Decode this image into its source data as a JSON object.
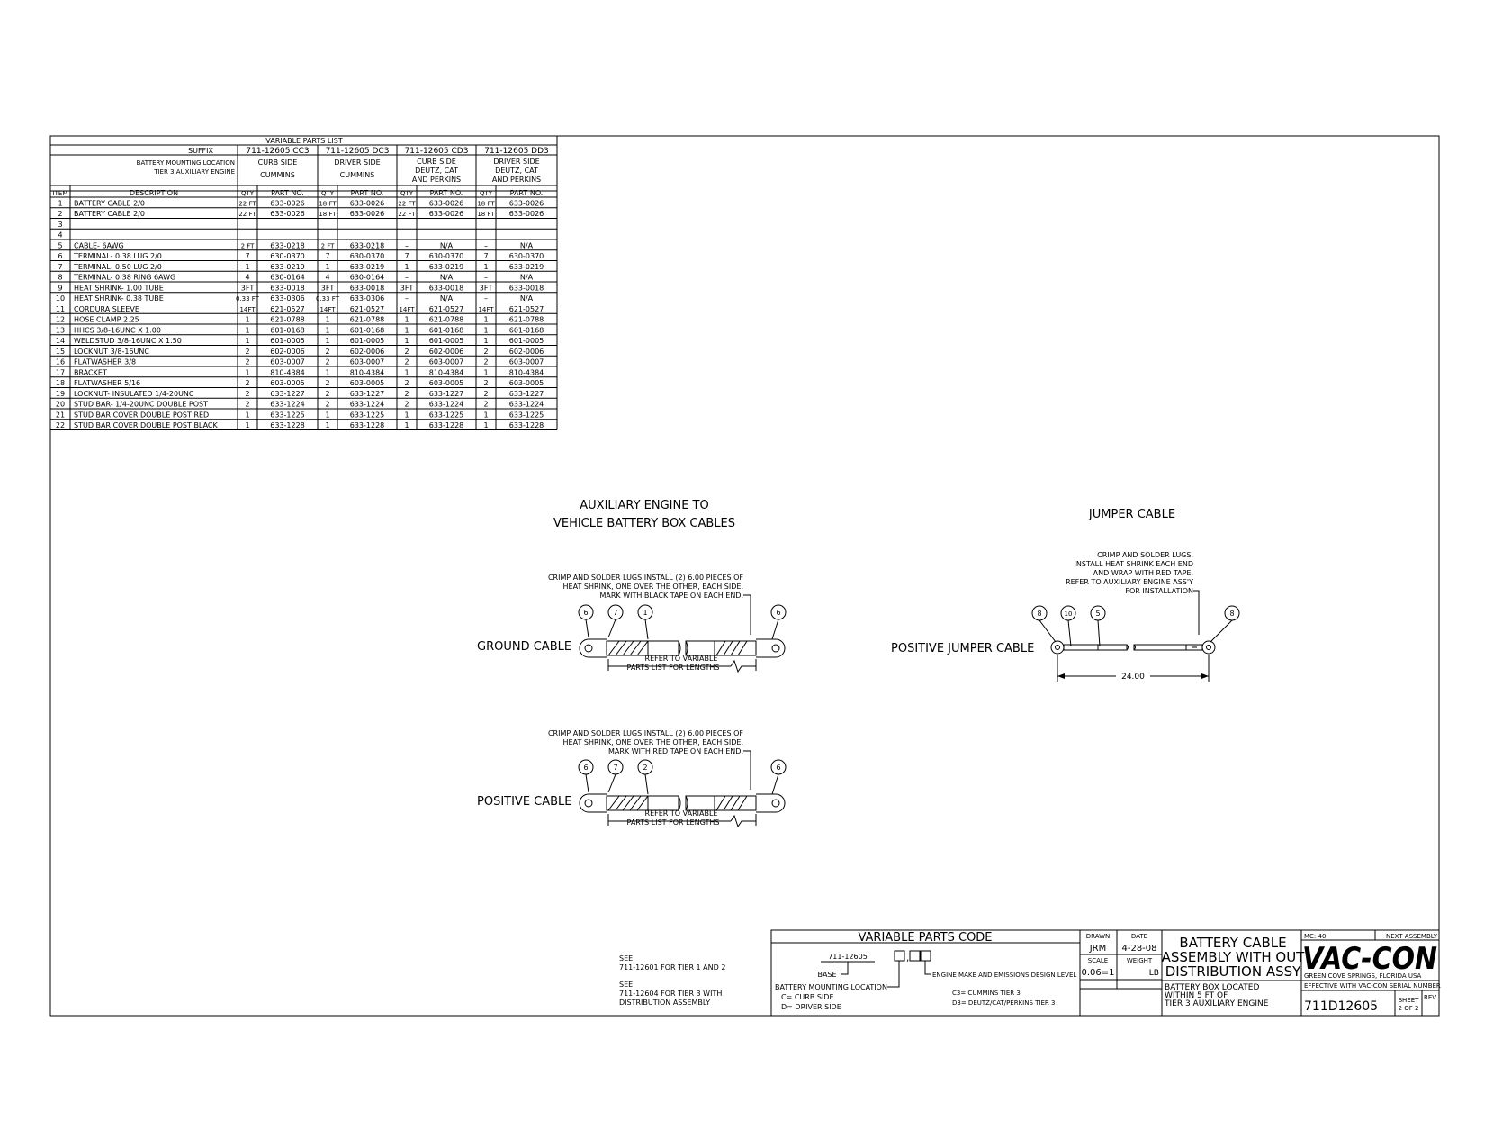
{
  "parts_list": {
    "title": "VARIABLE PARTS LIST",
    "suffix_label": "SUFFIX",
    "suffixes": [
      "711-12605 CC3",
      "711-12605 DC3",
      "711-12605 CD3",
      "711-12605 DD3"
    ],
    "mounting_label_1": "BATTERY MOUNTING LOCATION",
    "mounting_label_2": "TIER 3 AUXILIARY ENGINE",
    "mountings": [
      [
        "CURB SIDE",
        "CUMMINS"
      ],
      [
        "DRIVER SIDE",
        "CUMMINS"
      ],
      [
        "CURB SIDE",
        "DEUTZ, CAT",
        "AND PERKINS"
      ],
      [
        "DRIVER SIDE",
        "DEUTZ, CAT",
        "AND PERKINS"
      ]
    ],
    "item_header": "ITEM",
    "desc_header": "DESCRIPTION",
    "qty_header": "QTY",
    "part_header": "PART NO.",
    "rows": [
      {
        "item": "1",
        "desc": "BATTERY CABLE 2/0",
        "cells": [
          "22 FT",
          "633-0026",
          "18 FT",
          "633-0026",
          "22 FT",
          "633-0026",
          "18 FT",
          "633-0026"
        ]
      },
      {
        "item": "2",
        "desc": "BATTERY CABLE 2/0",
        "cells": [
          "22 FT",
          "633-0026",
          "18 FT",
          "633-0026",
          "22 FT",
          "633-0026",
          "18 FT",
          "633-0026"
        ]
      },
      {
        "item": "3",
        "desc": "",
        "cells": [
          "",
          "",
          "",
          "",
          "",
          "",
          "",
          ""
        ]
      },
      {
        "item": "4",
        "desc": "",
        "cells": [
          "",
          "",
          "",
          "",
          "",
          "",
          "",
          ""
        ]
      },
      {
        "item": "5",
        "desc": "CABLE- 6AWG",
        "cells": [
          "2 FT",
          "633-0218",
          "2 FT",
          "633-0218",
          "–",
          "N/A",
          "–",
          "N/A"
        ]
      },
      {
        "item": "6",
        "desc": "TERMINAL- 0.38 LUG 2/0",
        "cells": [
          "7",
          "630-0370",
          "7",
          "630-0370",
          "7",
          "630-0370",
          "7",
          "630-0370"
        ]
      },
      {
        "item": "7",
        "desc": "TERMINAL- 0.50 LUG 2/0",
        "cells": [
          "1",
          "633-0219",
          "1",
          "633-0219",
          "1",
          "633-0219",
          "1",
          "633-0219"
        ]
      },
      {
        "item": "8",
        "desc": "TERMINAL- 0.38 RING 6AWG",
        "cells": [
          "4",
          "630-0164",
          "4",
          "630-0164",
          "–",
          "N/A",
          "–",
          "N/A"
        ]
      },
      {
        "item": "9",
        "desc": "HEAT SHRINK- 1.00 TUBE",
        "cells": [
          "3FT",
          "633-0018",
          "3FT",
          "633-0018",
          "3FT",
          "633-0018",
          "3FT",
          "633-0018"
        ]
      },
      {
        "item": "10",
        "desc": "HEAT SHRINK- 0.38 TUBE",
        "cells": [
          "0.33 FT",
          "633-0306",
          "0.33 FT",
          "633-0306",
          "–",
          "N/A",
          "–",
          "N/A"
        ]
      },
      {
        "item": "11",
        "desc": "CORDURA SLEEVE",
        "cells": [
          "14FT",
          "621-0527",
          "14FT",
          "621-0527",
          "14FT",
          "621-0527",
          "14FT",
          "621-0527"
        ]
      },
      {
        "item": "12",
        "desc": "HOSE CLAMP 2.25",
        "cells": [
          "1",
          "621-0788",
          "1",
          "621-0788",
          "1",
          "621-0788",
          "1",
          "621-0788"
        ]
      },
      {
        "item": "13",
        "desc": "HHCS 3/8-16UNC X 1.00",
        "cells": [
          "1",
          "601-0168",
          "1",
          "601-0168",
          "1",
          "601-0168",
          "1",
          "601-0168"
        ]
      },
      {
        "item": "14",
        "desc": "WELDSTUD 3/8-16UNC X 1.50",
        "cells": [
          "1",
          "601-0005",
          "1",
          "601-0005",
          "1",
          "601-0005",
          "1",
          "601-0005"
        ]
      },
      {
        "item": "15",
        "desc": "LOCKNUT 3/8-16UNC",
        "cells": [
          "2",
          "602-0006",
          "2",
          "602-0006",
          "2",
          "602-0006",
          "2",
          "602-0006"
        ]
      },
      {
        "item": "16",
        "desc": "FLATWASHER 3/8",
        "cells": [
          "2",
          "603-0007",
          "2",
          "603-0007",
          "2",
          "603-0007",
          "2",
          "603-0007"
        ]
      },
      {
        "item": "17",
        "desc": "BRACKET",
        "cells": [
          "1",
          "810-4384",
          "1",
          "810-4384",
          "1",
          "810-4384",
          "1",
          "810-4384"
        ]
      },
      {
        "item": "18",
        "desc": "FLATWASHER 5/16",
        "cells": [
          "2",
          "603-0005",
          "2",
          "603-0005",
          "2",
          "603-0005",
          "2",
          "603-0005"
        ]
      },
      {
        "item": "19",
        "desc": "LOCKNUT- INSULATED 1/4-20UNC",
        "cells": [
          "2",
          "633-1227",
          "2",
          "633-1227",
          "2",
          "633-1227",
          "2",
          "633-1227"
        ]
      },
      {
        "item": "20",
        "desc": "STUD BAR- 1/4-20UNC DOUBLE POST",
        "cells": [
          "2",
          "633-1224",
          "2",
          "633-1224",
          "2",
          "633-1224",
          "2",
          "633-1224"
        ]
      },
      {
        "item": "21",
        "desc": "STUD BAR COVER DOUBLE POST RED",
        "cells": [
          "1",
          "633-1225",
          "1",
          "633-1225",
          "1",
          "633-1225",
          "1",
          "633-1225"
        ]
      },
      {
        "item": "22",
        "desc": "STUD BAR COVER DOUBLE POST BLACK",
        "cells": [
          "1",
          "633-1228",
          "1",
          "633-1228",
          "1",
          "633-1228",
          "1",
          "633-1228"
        ]
      }
    ]
  },
  "aux_section": {
    "title_1": "AUXILIARY ENGINE TO",
    "title_2": "VEHICLE BATTERY BOX CABLES"
  },
  "ground_cable": {
    "label": "GROUND CABLE",
    "note_1": "CRIMP AND SOLDER LUGS INSTALL (2) 6.00 PIECES OF",
    "note_2": "HEAT SHRINK, ONE OVER THE OTHER, EACH SIDE.",
    "note_3": "MARK WITH BLACK TAPE ON EACH END.",
    "balloons": [
      "6",
      "7",
      "1",
      "6"
    ],
    "ref_1": "REFER TO VARIABLE",
    "ref_2": "PARTS LIST FOR LENGTHS"
  },
  "positive_cable": {
    "label": "POSITIVE CABLE",
    "note_1": "CRIMP AND SOLDER LUGS INSTALL (2) 6.00 PIECES OF",
    "note_2": "HEAT SHRINK, ONE OVER THE OTHER, EACH SIDE.",
    "note_3": "MARK WITH RED TAPE ON EACH END.",
    "balloons": [
      "6",
      "7",
      "2",
      "6"
    ],
    "ref_1": "REFER TO VARIABLE",
    "ref_2": "PARTS LIST FOR LENGTHS"
  },
  "jumper": {
    "title": "JUMPER CABLE",
    "label": "POSITIVE JUMPER CABLE",
    "note_1": "CRIMP AND SOLDER LUGS.",
    "note_2": "INSTALL HEAT SHRINK EACH END",
    "note_3": "AND WRAP WITH RED TAPE.",
    "note_4": "REFER TO AUXILIARY ENGINE ASS'Y",
    "note_5": "FOR INSTALLATION",
    "balloons": [
      "8",
      "10",
      "5",
      "8"
    ],
    "dimension": "24.00"
  },
  "see_notes": {
    "see_1": "SEE",
    "ref_1": "711-12601 FOR TIER 1 AND 2",
    "see_2": "SEE",
    "ref_2a": "711-12604 FOR TIER 3 WITH",
    "ref_2b": "DISTRIBUTION ASSEMBLY"
  },
  "parts_code": {
    "title": "VARIABLE PARTS CODE",
    "base_number": "711-12605",
    "base_label": "BASE",
    "engine_label": "ENGINE MAKE AND EMISSIONS DESIGN LEVEL",
    "location_label": "BATTERY MOUNTING LOCATION",
    "c_def": "C= CURB SIDE",
    "d_def": "D= DRIVER SIDE",
    "c3_def": "C3= CUMMINS TIER 3",
    "d3_def": "D3= DEUTZ/CAT/PERKINS TIER 3"
  },
  "title_block": {
    "drawn_label": "DRAWN",
    "drawn_value": "JRM",
    "date_label": "DATE",
    "date_value": "4-28-08",
    "scale_label": "SCALE",
    "scale_value": "0.06=1",
    "weight_label": "WEIGHT",
    "weight_unit": "LB",
    "title_1": "BATTERY CABLE",
    "title_2": "ASSEMBLY WITH OUT",
    "title_3": "DISTRIBUTION ASSY",
    "subtitle_1": "BATTERY BOX LOCATED",
    "subtitle_2": "WITHIN 5 FT OF",
    "subtitle_3": "TIER 3 AUXILIARY ENGINE",
    "mc": "MC: 40",
    "next_assembly": "NEXT ASSEMBLY",
    "logo": "VAC-CON",
    "location": "GREEN COVE SPRINGS, FLORIDA USA",
    "effective": "EFFECTIVE WITH VAC-CON SERIAL NUMBER",
    "drawing_number": "711D12605",
    "sheet_label": "SHEET",
    "sheet_value": "2 OF 2",
    "rev_label": "REV"
  }
}
